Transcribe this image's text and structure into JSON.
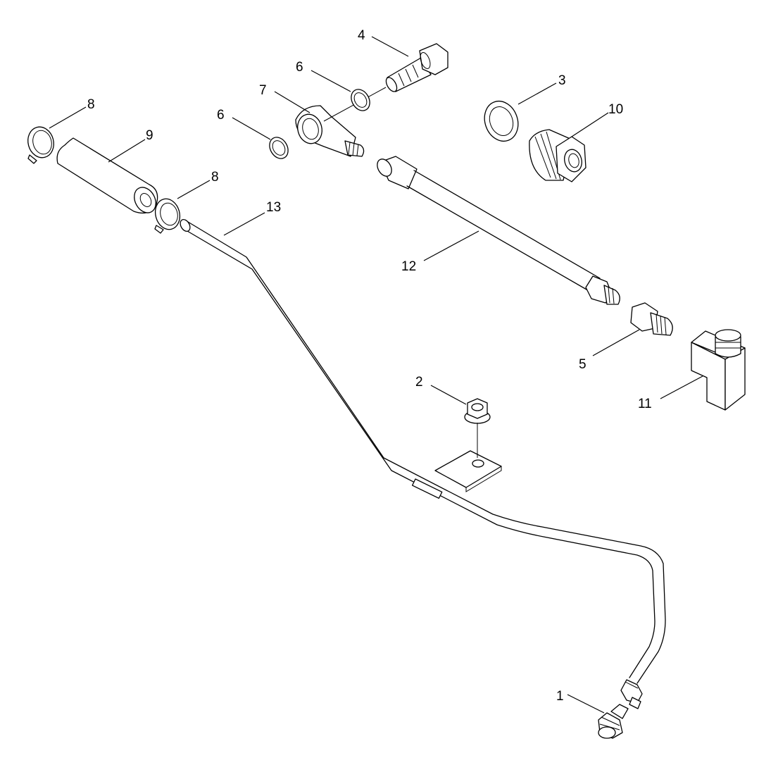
{
  "callouts": {
    "c1": "1",
    "c2": "2",
    "c3": "3",
    "c4": "4",
    "c5": "5",
    "c6a": "6",
    "c6b": "6",
    "c7": "7",
    "c8a": "8",
    "c8b": "8",
    "c9": "9",
    "c10": "10",
    "c11": "11",
    "c12": "12",
    "c13": "13"
  },
  "colors": {
    "line": "#000000",
    "background": "#ffffff"
  }
}
